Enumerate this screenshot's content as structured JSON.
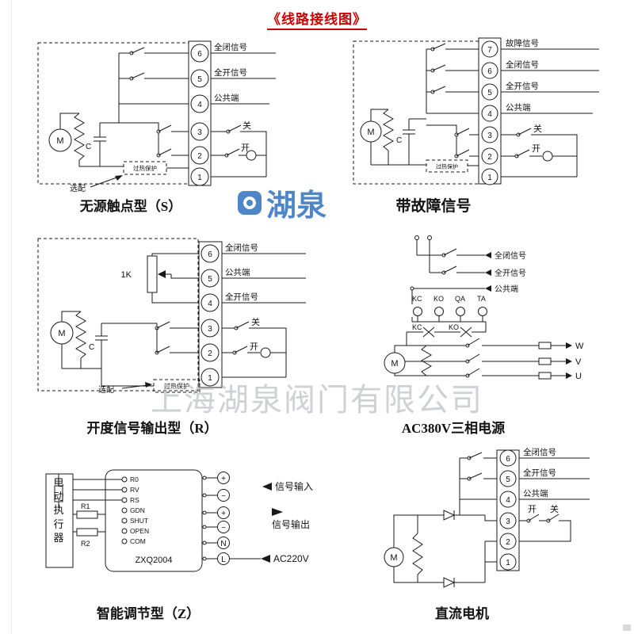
{
  "title": "《线路接线图》",
  "watermark": {
    "logo": "湖泉",
    "company": "上海湖泉阀门有限公司"
  },
  "colors": {
    "title_red": "#cc0000",
    "logo_blue": "#3f7cc4",
    "watermark_gray": "#a9adb3",
    "line": "#1a1a1a"
  },
  "labels": {
    "full_close": "全闭信号",
    "full_open": "全开信号",
    "common": "公共端",
    "fault": "故障信号",
    "close": "关",
    "open": "开",
    "motor": "M",
    "cap": "C",
    "optional": "选配",
    "overheat": "过热保护"
  },
  "d1": {
    "caption": "无源触点型（S）",
    "terminals": [
      "6",
      "5",
      "4",
      "3",
      "2",
      "1"
    ]
  },
  "d2": {
    "caption": "带故障信号",
    "terminals": [
      "7",
      "6",
      "5",
      "4",
      "3",
      "2",
      "1"
    ]
  },
  "d3": {
    "caption": "开度信号输出型（R）",
    "pot": "1K",
    "terminals": [
      "6",
      "5",
      "4",
      "3",
      "2",
      "1"
    ]
  },
  "d4": {
    "caption": "AC380V三相电源",
    "kc": "KC",
    "ko": "KO",
    "qa": "QA",
    "ta": "TA",
    "w": "W",
    "v": "V",
    "u": "U"
  },
  "d5": {
    "caption": "智能调节型（Z）",
    "actuator": "电动执行器",
    "model": "ZXQ2004",
    "pins": [
      "R0",
      "RV",
      "RS",
      "GDN",
      "SHUT",
      "OPEN",
      "COM"
    ],
    "r1": "R1",
    "r2": "R2",
    "plus": "+",
    "minus": "−",
    "n": "N",
    "l": "L",
    "signal_in": "信号输入",
    "signal_out": "信号输出",
    "ac220": "AC220V"
  },
  "d6": {
    "caption": "直流电机",
    "terminals": [
      "6",
      "5",
      "4",
      "3",
      "2",
      "1"
    ]
  }
}
